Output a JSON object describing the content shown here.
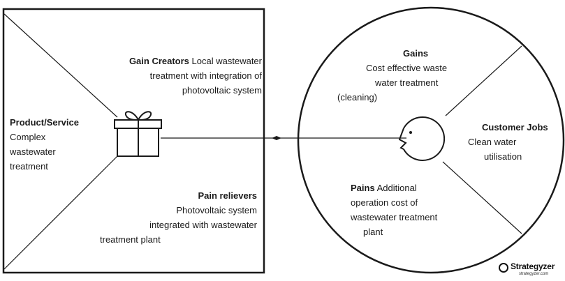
{
  "value_map": {
    "product_service": {
      "heading": "Product/Service",
      "lines": [
        "Complex",
        "wastewater",
        "treatment"
      ]
    },
    "gain_creators": {
      "heading": "Gain Creators",
      "lines": [
        "Local wastewater",
        "treatment with integration of",
        "photovoltaic system"
      ]
    },
    "pain_relievers": {
      "heading": "Pain relievers",
      "lines": [
        "Photovoltaic system",
        "integrated with wastewater",
        "treatment plant"
      ]
    },
    "icon": "gift-icon"
  },
  "customer_profile": {
    "gains": {
      "heading": "Gains",
      "lines": [
        "Cost effective waste",
        "water treatment",
        "(cleaning)"
      ]
    },
    "customer_jobs": {
      "heading": "Customer Jobs",
      "lines": [
        "Clean water",
        "utilisation"
      ]
    },
    "pains": {
      "heading": "Pains",
      "lines": [
        "Additional",
        "operation cost of",
        "wastewater treatment",
        "plant"
      ]
    },
    "icon": "customer-face-icon"
  },
  "branding": {
    "name": "Strategyzer",
    "url": "strategyzer.com"
  },
  "colors": {
    "line": "#1a1a1a",
    "background": "#ffffff"
  }
}
